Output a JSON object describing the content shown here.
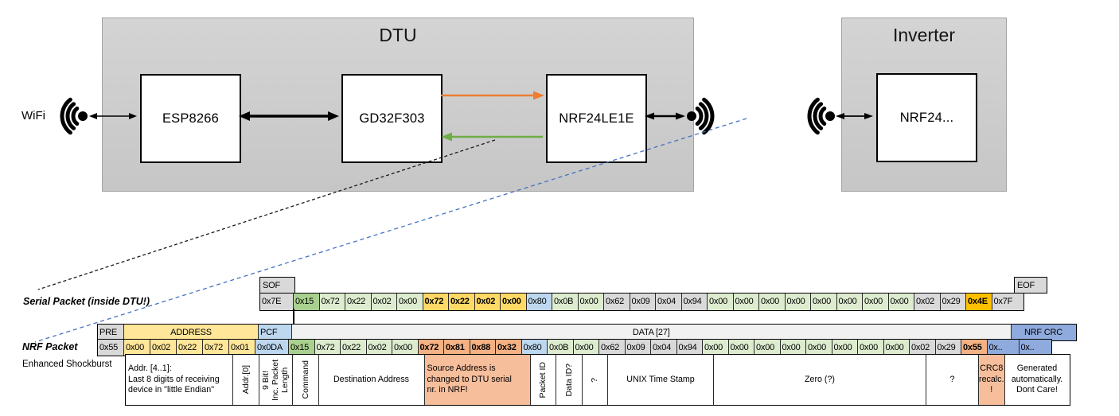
{
  "diagram": {
    "wifi_label": "WiFi",
    "dtu": {
      "title": "DTU",
      "components": [
        {
          "label": "ESP8266"
        },
        {
          "label": "GD32F303"
        },
        {
          "label": "NRF24LE1E"
        }
      ]
    },
    "inverter": {
      "title": "Inverter",
      "components": [
        {
          "label": "NRF24..."
        }
      ]
    },
    "colors": {
      "orange_arrow": "#ED7D31",
      "green_arrow": "#70AD47",
      "blue_dashed_line": "#4472C4",
      "black_arrow": "#000000"
    }
  },
  "cell_colors": {
    "gray": "#D9D9D9",
    "header_gray": "#D9D9D9",
    "data_header_gray": "#F1F1F1",
    "yellow": "#FFE699",
    "gold": "#FFD966",
    "orange_bright": "#FFC000",
    "blue_light": "#BDD7EE",
    "blue_med": "#8FAADC",
    "green_dark": "#A9D08E",
    "green_light": "#DDEBCE",
    "salmon": "#F4B183",
    "salmon_annot": "#F6BE9B",
    "white": "#FFFFFF"
  },
  "serial_packet": {
    "label": "Serial Packet (inside DTU!)",
    "sof_header": "SOF",
    "sof_value": "0x7E",
    "eof_header": "EOF",
    "eof_value": "0x7F",
    "bytes": [
      {
        "v": "0x15",
        "style": "green_dark"
      },
      {
        "v": "0x72",
        "style": "green_light"
      },
      {
        "v": "0x22",
        "style": "green_light"
      },
      {
        "v": "0x02",
        "style": "green_light"
      },
      {
        "v": "0x00",
        "style": "green_light"
      },
      {
        "v": "0x72",
        "style": "gold",
        "bold": true
      },
      {
        "v": "0x22",
        "style": "gold",
        "bold": true
      },
      {
        "v": "0x02",
        "style": "gold",
        "bold": true
      },
      {
        "v": "0x00",
        "style": "gold",
        "bold": true
      },
      {
        "v": "0x80",
        "style": "blue_light"
      },
      {
        "v": "0x0B",
        "style": "green_light"
      },
      {
        "v": "0x00",
        "style": "green_light"
      },
      {
        "v": "0x62",
        "style": "gray"
      },
      {
        "v": "0x09",
        "style": "gray"
      },
      {
        "v": "0x04",
        "style": "gray"
      },
      {
        "v": "0x94",
        "style": "gray"
      },
      {
        "v": "0x00",
        "style": "green_light"
      },
      {
        "v": "0x00",
        "style": "green_light"
      },
      {
        "v": "0x00",
        "style": "green_light"
      },
      {
        "v": "0x00",
        "style": "green_light"
      },
      {
        "v": "0x00",
        "style": "green_light"
      },
      {
        "v": "0x00",
        "style": "green_light"
      },
      {
        "v": "0x00",
        "style": "green_light"
      },
      {
        "v": "0x00",
        "style": "green_light"
      },
      {
        "v": "0x02",
        "style": "gray"
      },
      {
        "v": "0x29",
        "style": "gray"
      },
      {
        "v": "0x4E",
        "style": "orange_bright",
        "bold": true
      }
    ]
  },
  "nrf_packet": {
    "label": "NRF Packet",
    "sublabel": "Enhanced Shockburst",
    "pre_header": "PRE",
    "pre_value": "0x55",
    "address_header": "ADDRESS",
    "address_values": [
      "0x00",
      "0x02",
      "0x22",
      "0x72",
      "0x01"
    ],
    "pcf_header": "PCF",
    "pcf_value": "0x0DA",
    "data_header": "DATA [27]",
    "crc_header": "NRF CRC",
    "crc_values": [
      "0x..",
      "0x.."
    ],
    "bytes": [
      {
        "v": "0x15",
        "style": "green_dark"
      },
      {
        "v": "0x72",
        "style": "green_light"
      },
      {
        "v": "0x22",
        "style": "green_light"
      },
      {
        "v": "0x02",
        "style": "green_light"
      },
      {
        "v": "0x00",
        "style": "green_light"
      },
      {
        "v": "0x72",
        "style": "salmon",
        "bold": true
      },
      {
        "v": "0x81",
        "style": "salmon",
        "bold": true
      },
      {
        "v": "0x88",
        "style": "salmon",
        "bold": true
      },
      {
        "v": "0x32",
        "style": "salmon",
        "bold": true
      },
      {
        "v": "0x80",
        "style": "blue_light"
      },
      {
        "v": "0x0B",
        "style": "green_light"
      },
      {
        "v": "0x00",
        "style": "green_light"
      },
      {
        "v": "0x62",
        "style": "gray"
      },
      {
        "v": "0x09",
        "style": "gray"
      },
      {
        "v": "0x04",
        "style": "gray"
      },
      {
        "v": "0x94",
        "style": "gray"
      },
      {
        "v": "0x00",
        "style": "green_light"
      },
      {
        "v": "0x00",
        "style": "green_light"
      },
      {
        "v": "0x00",
        "style": "green_light"
      },
      {
        "v": "0x00",
        "style": "green_light"
      },
      {
        "v": "0x00",
        "style": "green_light"
      },
      {
        "v": "0x00",
        "style": "green_light"
      },
      {
        "v": "0x00",
        "style": "green_light"
      },
      {
        "v": "0x00",
        "style": "green_light"
      },
      {
        "v": "0x02",
        "style": "gray"
      },
      {
        "v": "0x29",
        "style": "gray"
      },
      {
        "v": "0x55",
        "style": "salmon",
        "bold": true
      }
    ]
  },
  "annotations": [
    {
      "text": "Addr. [4..1]:\nLast 8 digits of receiving\ndevice in \"little Endian\"",
      "track": "addr",
      "span": 4,
      "vertical": false,
      "bg": "white",
      "align": "left"
    },
    {
      "text": "Addr.[0]",
      "track": "addr",
      "span": 1,
      "vertical": true,
      "bg": "white"
    },
    {
      "text": "9 Bit!\nInc. Packet\nLength",
      "track": "pcf",
      "span": 1,
      "vertical": true,
      "bg": "white"
    },
    {
      "text": "Command",
      "track": "data",
      "span": 1,
      "vertical": true,
      "bg": "white"
    },
    {
      "text": "Destination Address",
      "track": "data",
      "span": 4,
      "vertical": false,
      "bg": "white"
    },
    {
      "text": "Source Address is\nchanged to DTU serial\nnr. in NRF!",
      "track": "data",
      "span": 4,
      "vertical": false,
      "bg": "salmon_annot",
      "align": "left"
    },
    {
      "text": "Packet ID",
      "track": "data",
      "span": 1,
      "vertical": true,
      "bg": "white"
    },
    {
      "text": "Data ID?",
      "track": "data",
      "span": 1,
      "vertical": true,
      "bg": "white"
    },
    {
      "text": "?",
      "track": "data",
      "span": 1,
      "vertical": true,
      "bg": "white"
    },
    {
      "text": "UNIX Time Stamp",
      "track": "data",
      "span": 4,
      "vertical": false,
      "bg": "white"
    },
    {
      "text": "Zero (?)",
      "track": "data",
      "span": 8,
      "vertical": false,
      "bg": "white"
    },
    {
      "text": "?",
      "track": "data",
      "span": 2,
      "vertical": false,
      "bg": "white"
    },
    {
      "text": "CRC8\nrecalc.\n!",
      "track": "data",
      "span": 1,
      "vertical": false,
      "bg": "salmon_annot"
    },
    {
      "text": "Generated\nautomatically.\nDont Care!",
      "track": "crc",
      "span": 2,
      "vertical": false,
      "bg": "white"
    }
  ]
}
